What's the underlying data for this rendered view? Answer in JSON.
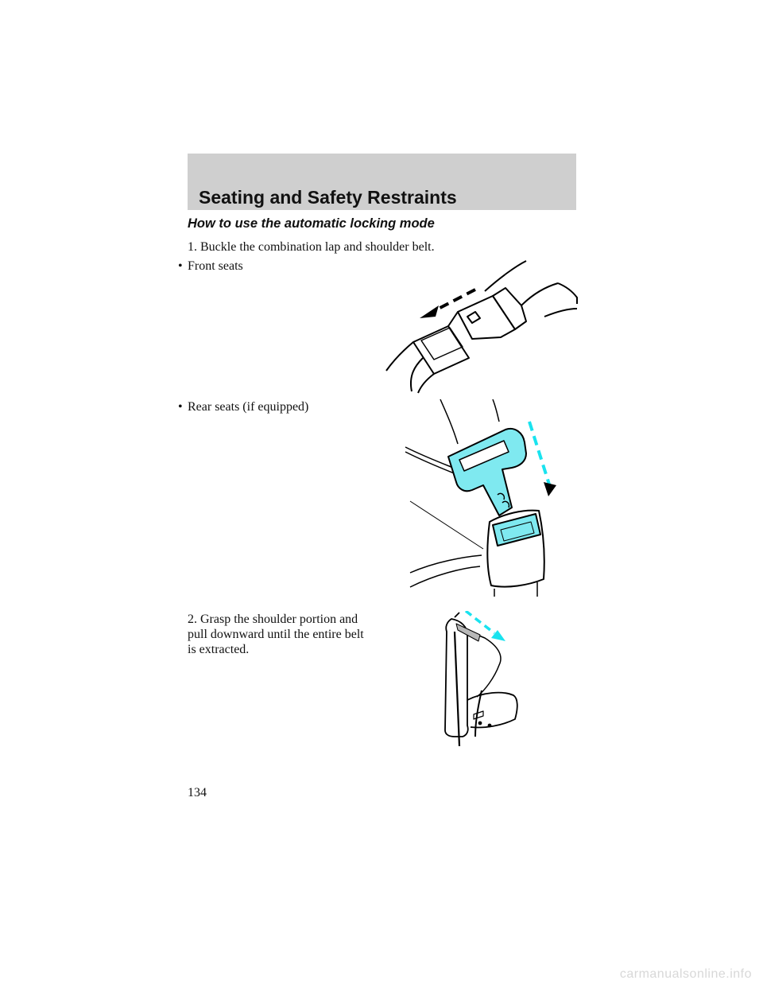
{
  "header": {
    "section_title": "Seating and Safety Restraints"
  },
  "content": {
    "subheading": "How to use the automatic locking mode",
    "step1": "1. Buckle the combination lap and shoulder belt.",
    "bullet_front": "Front seats",
    "bullet_rear": "Rear seats (if equipped)",
    "step2_lines": [
      "2. Grasp the shoulder portion and",
      "pull downward until the entire belt",
      "is extracted."
    ]
  },
  "figures": {
    "accent_color": "#7fe9f0",
    "arrow_front_color": "#000000",
    "arrow_rear_color": "#19e3ef"
  },
  "footer": {
    "page_number": "134",
    "watermark": "carmanualsonline.info"
  }
}
